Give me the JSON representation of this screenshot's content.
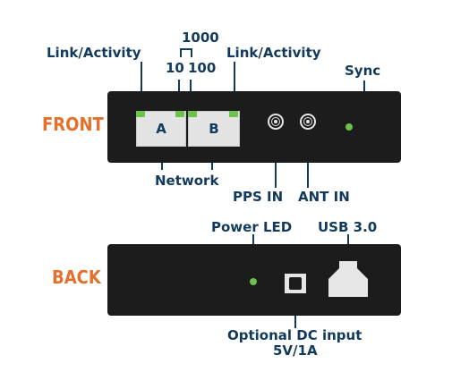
{
  "front": {
    "side_label": "FRONT",
    "link_activity_left": "Link/Activity",
    "link_activity_right": "Link/Activity",
    "speed_1000": "1000",
    "speed_10": "10",
    "speed_100": "100",
    "sync": "Sync",
    "port_a": "A",
    "port_b": "B",
    "network": "Network",
    "pps_in": "PPS IN",
    "ant_in": "ANT IN"
  },
  "back": {
    "side_label": "BACK",
    "power_led": "Power LED",
    "usb": "USB 3.0",
    "dc_input_line1": "Optional DC input",
    "dc_input_line2": "5V/1A"
  },
  "colors": {
    "label_blue": "#123a5c",
    "side_orange": "#e5702c",
    "panel_black": "#1c1c1c",
    "led_green": "#6cc24a"
  }
}
